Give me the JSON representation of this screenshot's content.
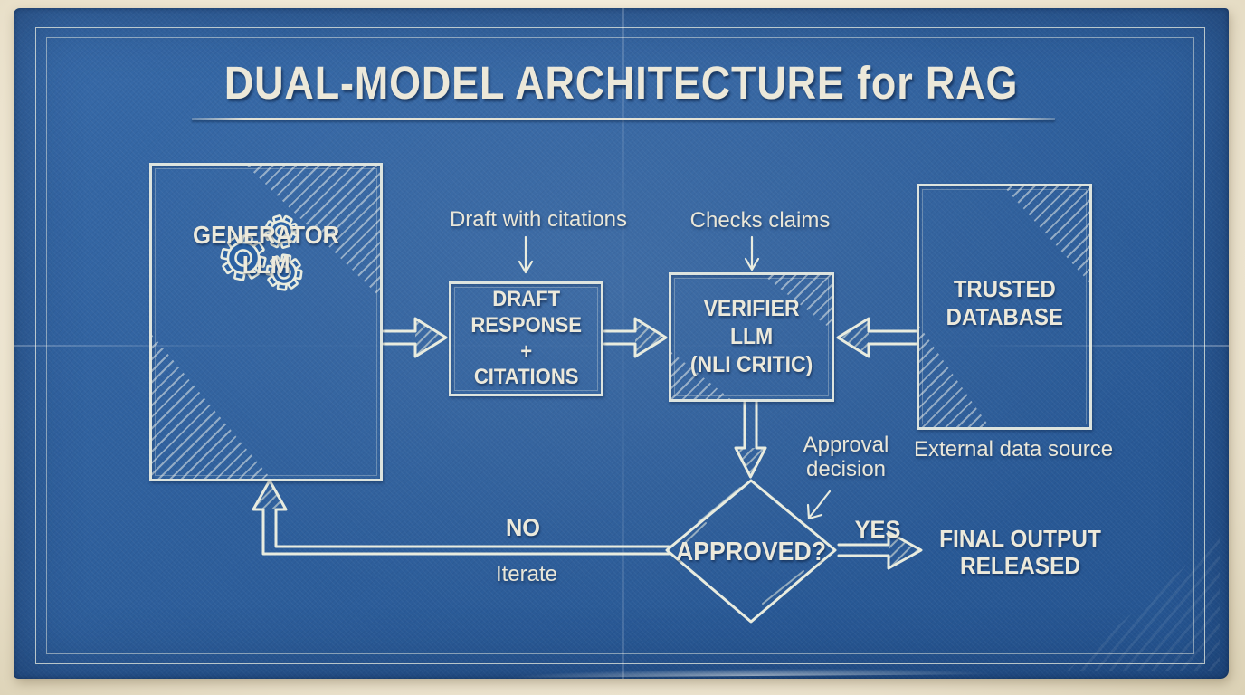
{
  "title": "DUAL-MODEL ARCHITECTURE for RAG",
  "colors": {
    "paper_cream": "#efe8d6",
    "blueprint_blue": "#2b61a3",
    "ink": "#ece9db"
  },
  "nodes": {
    "generator": {
      "label": "GENERATOR\nLLM",
      "icon": "gears-icon"
    },
    "draft": {
      "label": "DRAFT\nRESPONSE\n+\nCITATIONS"
    },
    "verifier": {
      "label": "VERIFIER\nLLM\n(NLI CRITIC)"
    },
    "database": {
      "label": "TRUSTED\nDATABASE",
      "caption": "External data source"
    },
    "decision": {
      "label": "APPROVED?"
    },
    "final_output": {
      "label": "FINAL OUTPUT\nRELEASED"
    }
  },
  "annotations": {
    "draft_note": "Draft with citations",
    "verifier_note": "Checks claims",
    "decision_note": "Approval\ndecision",
    "yes_label": "YES",
    "no_label": "NO",
    "iterate_label": "Iterate"
  }
}
